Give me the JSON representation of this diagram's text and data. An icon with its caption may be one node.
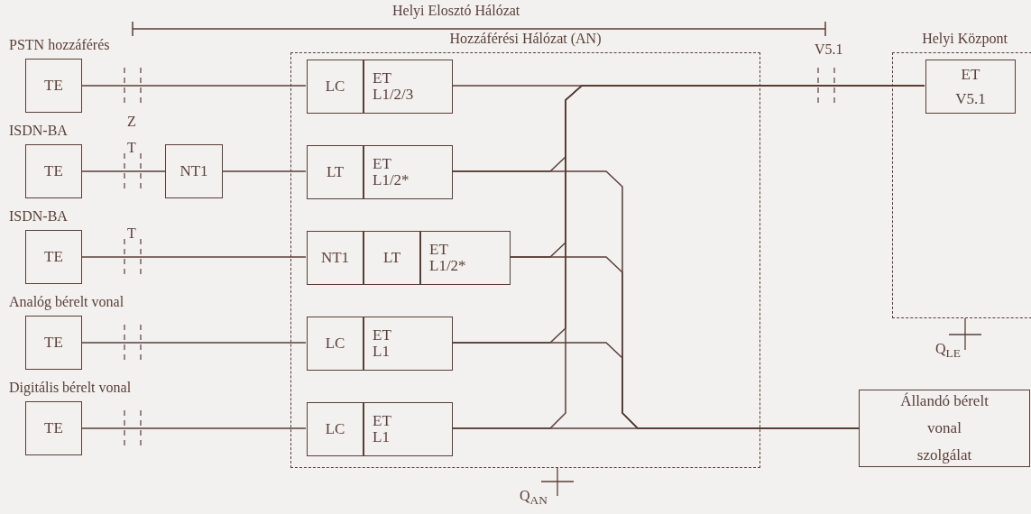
{
  "diagram": {
    "nodes": [
      {
        "text": [
          "Hozzáférési Hálózat (AN)"
        ]
      },
      {
        "text": [
          "Helyi Központ"
        ]
      },
      {
        "text": [
          "TE"
        ],
        "beside": [
          "PSTN hozzáférés"
        ]
      },
      {
        "text": [
          "LC"
        ],
        "in": 0
      },
      {
        "text": [
          "ET",
          "L1/2/3"
        ],
        "in": 0
      },
      {
        "text": [
          "ET",
          "V5.1"
        ],
        "in": 1
      },
      {
        "text": [
          "TE"
        ],
        "beside": [
          "ISDN-BA"
        ]
      },
      {
        "text": [
          "NT1"
        ]
      },
      {
        "text": [
          "LT"
        ],
        "in": 0
      },
      {
        "text": [
          "ET",
          "L1/2*"
        ],
        "in": 0
      },
      {
        "text": [
          "TE"
        ],
        "beside": [
          "ISDN-BA"
        ]
      },
      {
        "text": [
          "NT1"
        ],
        "in": 0
      },
      {
        "text": [
          "LT"
        ],
        "in": 0
      },
      {
        "text": [
          "ET",
          "L1/2*"
        ],
        "in": 0
      },
      {
        "text": [
          "TE"
        ],
        "beside": [
          "Analóg bérelt vonal"
        ]
      },
      {
        "text": [
          "LC"
        ],
        "in": 0
      },
      {
        "text": [
          "ET",
          "L1"
        ],
        "in": 0
      },
      {
        "text": [
          "TE"
        ],
        "beside": [
          "Digitális bérelt vonal"
        ]
      },
      {
        "text": [
          "LC"
        ],
        "in": 0
      },
      {
        "text": [
          "ET",
          "L1"
        ],
        "in": 0
      },
      {
        "text": [
          "Állandó bérelt vonal szolgálat"
        ]
      }
    ],
    "edges": [
      {
        "from": 2,
        "to": 3,
        "arrow": "none"
      },
      {
        "from": 4,
        "to": 5,
        "arrow": "none"
      },
      {
        "from": 6,
        "to": 7,
        "arrow": "none"
      },
      {
        "from": 7,
        "to": 8,
        "arrow": "none"
      },
      {
        "from": 9,
        "to": 5,
        "arrow": "none"
      },
      {
        "from": 9,
        "to": 20,
        "arrow": "none"
      },
      {
        "from": 10,
        "to": 11,
        "arrow": "none"
      },
      {
        "from": 13,
        "to": 5,
        "arrow": "none"
      },
      {
        "from": 13,
        "to": 20,
        "arrow": "none"
      },
      {
        "from": 14,
        "to": 15,
        "arrow": "none"
      },
      {
        "from": 16,
        "to": 5,
        "arrow": "none"
      },
      {
        "from": 16,
        "to": 20,
        "arrow": "none"
      },
      {
        "from": 17,
        "to": 18,
        "arrow": "none"
      },
      {
        "from": 19,
        "to": 5,
        "arrow": "none"
      },
      {
        "from": 19,
        "to": 20,
        "arrow": "none"
      }
    ],
    "labels": [
      "Helyi Elosztó Hálózat",
      "V5.1",
      "Z",
      "T",
      "T",
      "Q$_{LE}$",
      "Q$_{AN}$"
    ]
  }
}
